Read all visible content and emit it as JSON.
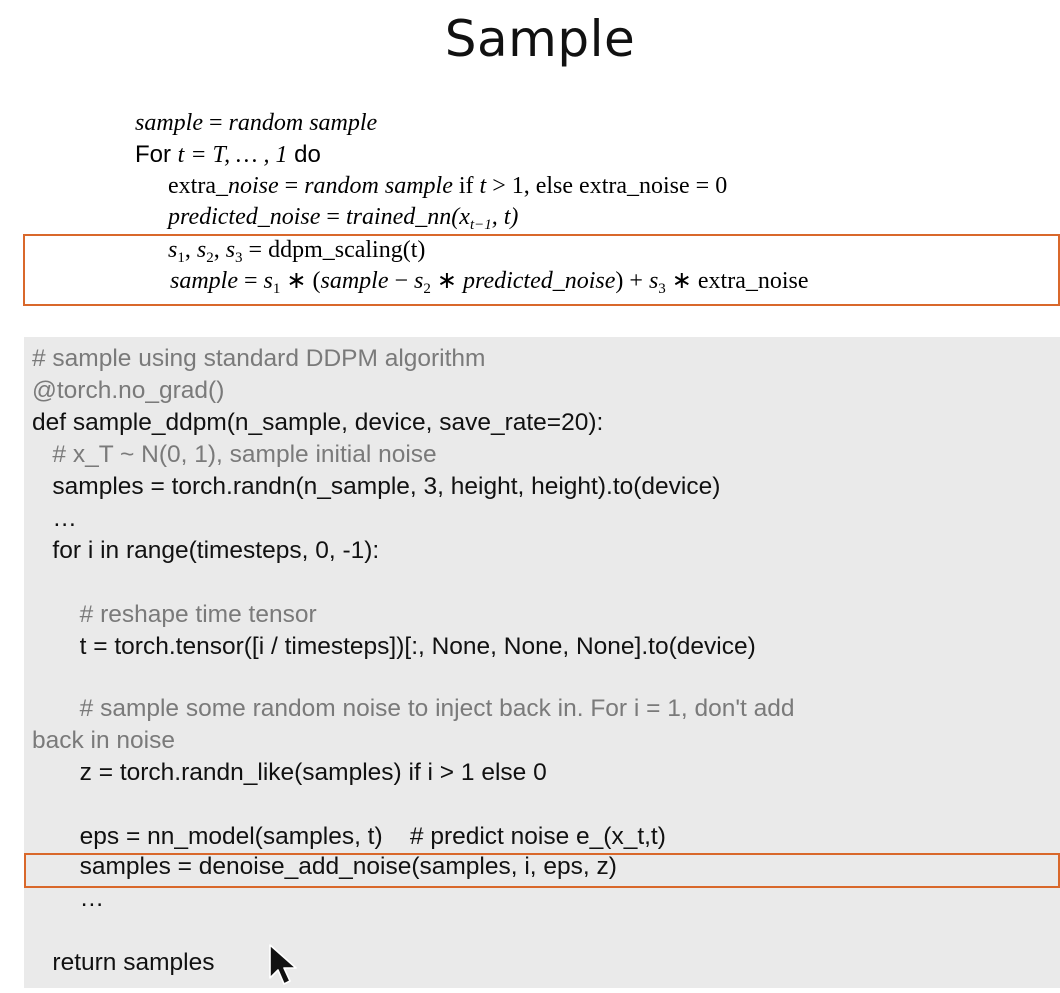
{
  "slide": {
    "title": "Sample"
  },
  "algorithm": {
    "line1": {
      "lhs": "sample",
      "eq": " = ",
      "rhs": "random sample"
    },
    "line2": {
      "prefix": "For ",
      "expr": "t = T, … , 1",
      "suffix": " do"
    },
    "line3": {
      "a": "extra",
      "b": "_noise",
      "c": " = ",
      "d": "random sample",
      "e": " if ",
      "f": "t",
      "g": " > 1, else extra_noise = 0"
    },
    "line4": {
      "a": "predicted_noise",
      "b": " = ",
      "c": "trained_nn",
      "d": "(x",
      "sub": "t−1",
      "e": ", t)"
    },
    "line5": {
      "s1": "s",
      "s1sub": "1",
      "comma1": ", ",
      "s2": "s",
      "s2sub": "2",
      "comma2": ", ",
      "s3": "s",
      "s3sub": "3",
      "rest": " = ddpm_scaling(t)"
    },
    "line6": {
      "a": "sample",
      "b": " = ",
      "c": "s",
      "csub": "1",
      "d": " ∗ (",
      "e": "sample",
      "f": " − ",
      "g": "s",
      "gsub": "2",
      "h": " ∗ ",
      "i": "predicted_noise",
      "j": ") + ",
      "k": "s",
      "ksub": "3",
      "l": " ∗ extra_noise"
    }
  },
  "code": {
    "lines": [
      "# sample using standard DDPM algorithm",
      "@torch.no_grad()",
      "def sample_ddpm(n_sample, device, save_rate=20):",
      "   # x_T ~ N(0, 1), sample initial noise",
      "   samples = torch.randn(n_sample, 3, height, height).to(device)",
      "   …",
      "   for i in range(timesteps, 0, -1):",
      "",
      "       # reshape time tensor",
      "       t = torch.tensor([i / timesteps])[:, None, None, None].to(device)",
      "",
      "       # sample some random noise to inject back in. For i = 1, don't add",
      "back in noise",
      "       z = torch.randn_like(samples) if i > 1 else 0",
      "",
      "       eps = nn_model(samples, t)",
      "       samples = denoise_add_noise(samples, i, eps, z)",
      "       …",
      "",
      "   return samples"
    ],
    "inline_comment_line15": "    # predict noise e_(x_t,t)"
  },
  "colors": {
    "highlight": "#d9682b",
    "code_background": "#eaeaea",
    "comment": "#7a7a7a"
  },
  "icons": {
    "cursor": "mouse-pointer-icon"
  }
}
